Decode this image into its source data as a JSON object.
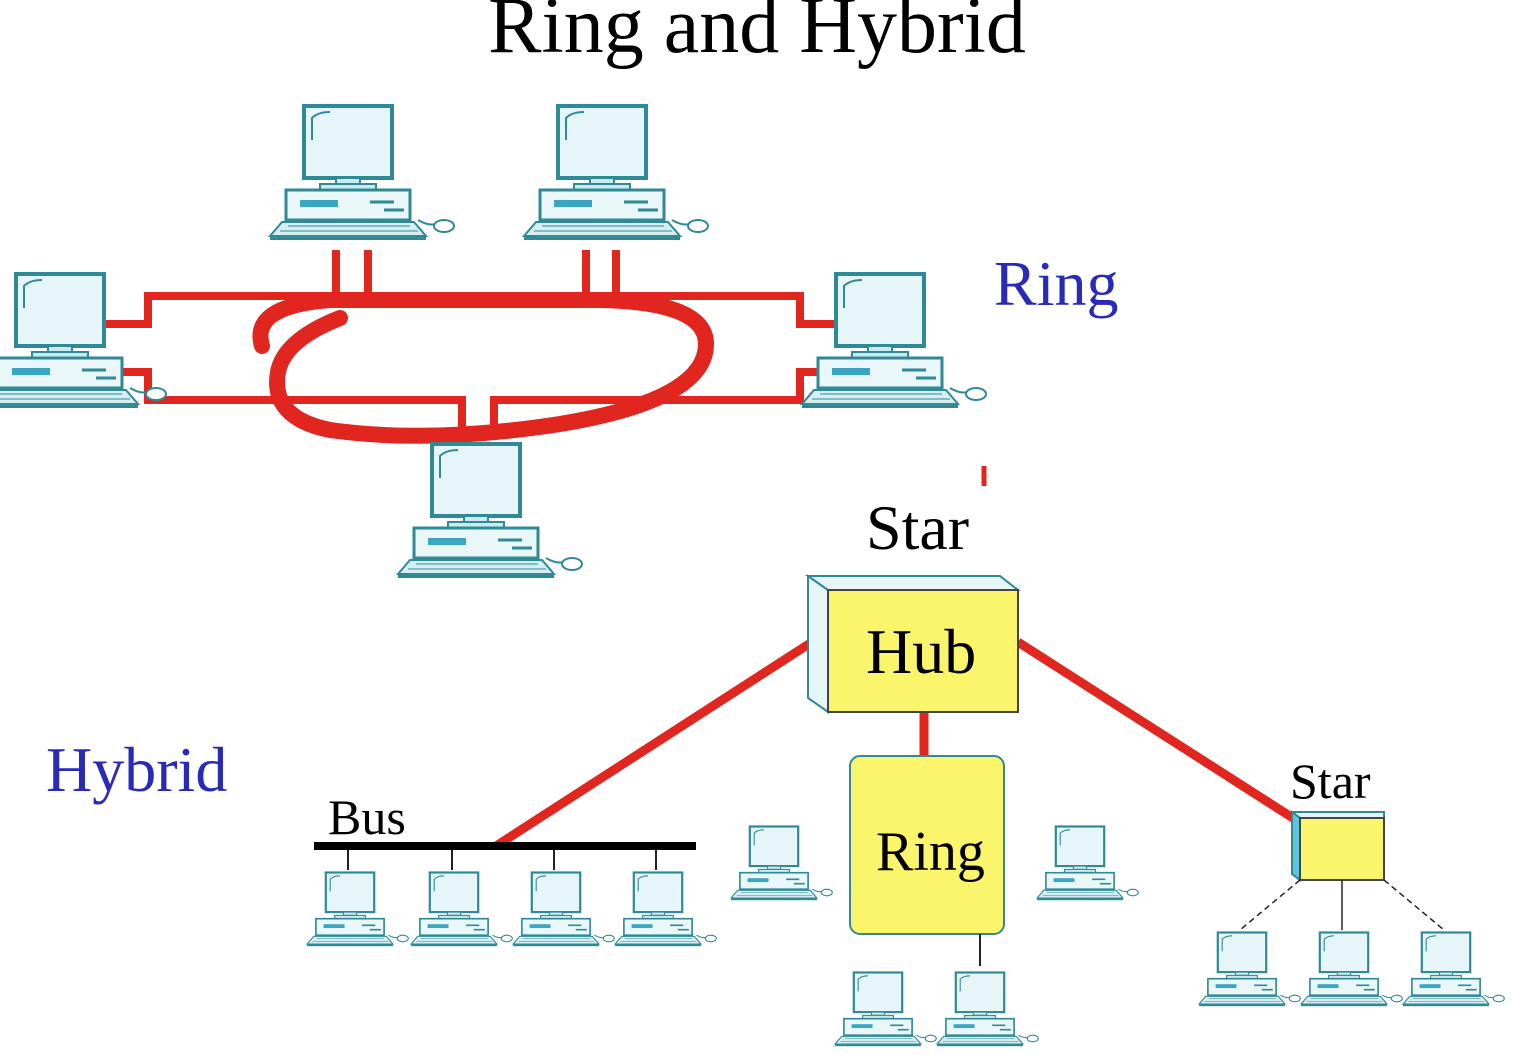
{
  "title": "Ring and Hybrid",
  "ring_label": "Ring",
  "hybrid_label": "Hybrid",
  "star_top_label": "Star",
  "hub_label": "Hub",
  "bus_label": "Bus",
  "inner_ring_label": "Ring",
  "star_right_label": "Star",
  "colors": {
    "cable": "#e0261e",
    "label_blue": "#2a2ab8",
    "hub_fill": "#fbf56c",
    "screen": "#e6f6f8",
    "computer_outline": "#2f8a96"
  }
}
